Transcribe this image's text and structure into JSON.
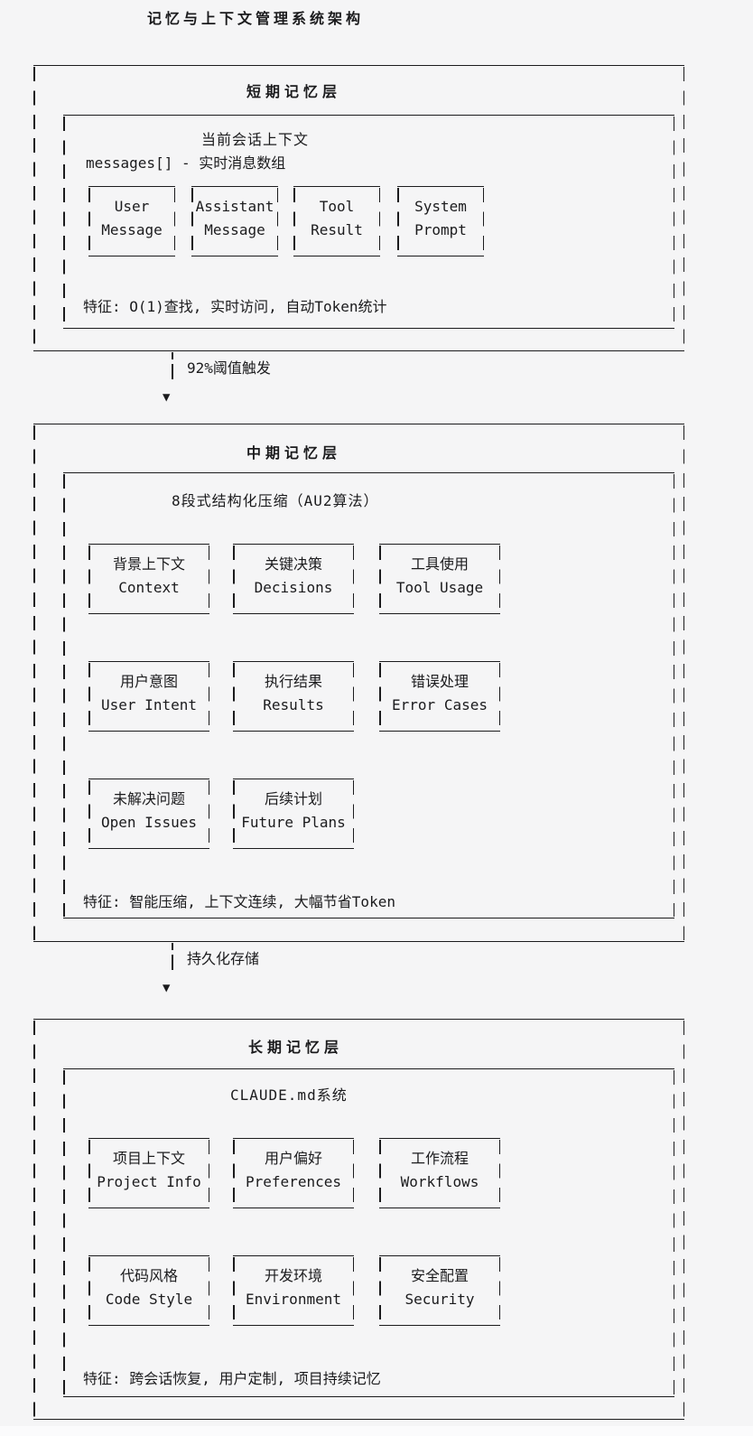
{
  "page": {
    "background": "#f5f5f6",
    "ink": "#1b1b1d"
  },
  "title": "记忆与上下文管理系统架构",
  "layers": [
    {
      "title": "短期记忆层",
      "inner_title": "当前会话上下文",
      "note": "messages[] - 实时消息数组",
      "boxes": [
        {
          "lines": [
            "User",
            "Message"
          ]
        },
        {
          "lines": [
            "Assistant",
            "Message"
          ]
        },
        {
          "lines": [
            "Tool",
            "Result"
          ]
        },
        {
          "lines": [
            "System",
            "Prompt"
          ]
        }
      ],
      "caption": "特征: O(1)查找, 实时访问, 自动Token统计"
    },
    {
      "title": "中期记忆层",
      "inner_title": "8段式结构化压缩（AU2算法）",
      "rows": [
        {
          "boxes": [
            {
              "zh": "背景上下文",
              "en": "Context"
            },
            {
              "zh": "关键决策",
              "en": "Decisions"
            },
            {
              "zh": "工具使用",
              "en": "Tool Usage"
            }
          ]
        },
        {
          "boxes": [
            {
              "zh": "用户意图",
              "en": "User Intent"
            },
            {
              "zh": "执行结果",
              "en": "Results"
            },
            {
              "zh": "错误处理",
              "en": "Error Cases"
            }
          ]
        },
        {
          "boxes": [
            {
              "zh": "未解决问题",
              "en": "Open Issues"
            },
            {
              "zh": "后续计划",
              "en": "Future Plans"
            }
          ]
        }
      ],
      "caption": "特征: 智能压缩, 上下文连续, 大幅节省Token"
    },
    {
      "title": "长期记忆层",
      "inner_title": "CLAUDE.md系统",
      "rows": [
        {
          "boxes": [
            {
              "zh": "项目上下文",
              "en": "Project Info"
            },
            {
              "zh": "用户偏好",
              "en": "Preferences"
            },
            {
              "zh": "工作流程",
              "en": "Workflows"
            }
          ]
        },
        {
          "boxes": [
            {
              "zh": "代码风格",
              "en": "Code Style"
            },
            {
              "zh": "开发环境",
              "en": "Environment"
            },
            {
              "zh": "安全配置",
              "en": "Security"
            }
          ]
        }
      ],
      "caption": "特征: 跨会话恢复, 用户定制, 项目持续记忆"
    }
  ],
  "arrows": [
    {
      "label": "92%阈值触发",
      "glyph": "▼"
    },
    {
      "label": "持久化存储",
      "glyph": "▼"
    }
  ]
}
